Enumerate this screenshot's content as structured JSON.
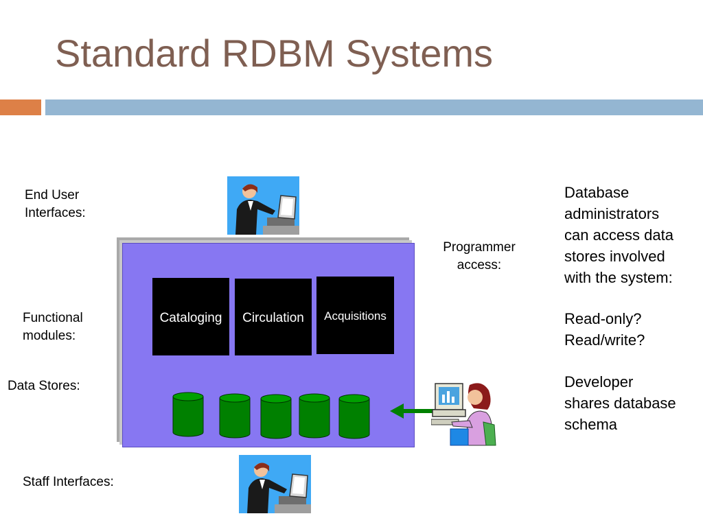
{
  "slide": {
    "title": "Standard RDBM Systems"
  },
  "labels": {
    "end_user_line1": "End User",
    "end_user_line2": "Interfaces:",
    "functional_line1": "Functional",
    "functional_line2": "modules:",
    "data_stores": "Data Stores:",
    "staff_interfaces": "Staff Interfaces:",
    "programmer_line1": "Programmer",
    "programmer_line2": "access:"
  },
  "modules": [
    {
      "label": "Cataloging"
    },
    {
      "label": "Circulation"
    },
    {
      "label": "Acquisitions"
    }
  ],
  "notes": {
    "line1": "Database",
    "line2": "administrators",
    "line3": "can access data",
    "line4": "stores involved",
    "line5": "with the system:",
    "line6": "Read-only?",
    "line7": "Read/write?",
    "line8": "Developer",
    "line9": "shares database",
    "line10": "schema"
  },
  "colors": {
    "title": "#7f5f52",
    "accent_orange": "#dd8047",
    "accent_blue": "#94b6d2",
    "panel": "#8777f2",
    "cylinder": "#008000",
    "arrow": "#008000"
  },
  "icons": {
    "user_terminal": "businesswoman-at-computer-icon",
    "programmer": "programmer-at-computer-icon",
    "data_store": "database-cylinder-icon"
  }
}
